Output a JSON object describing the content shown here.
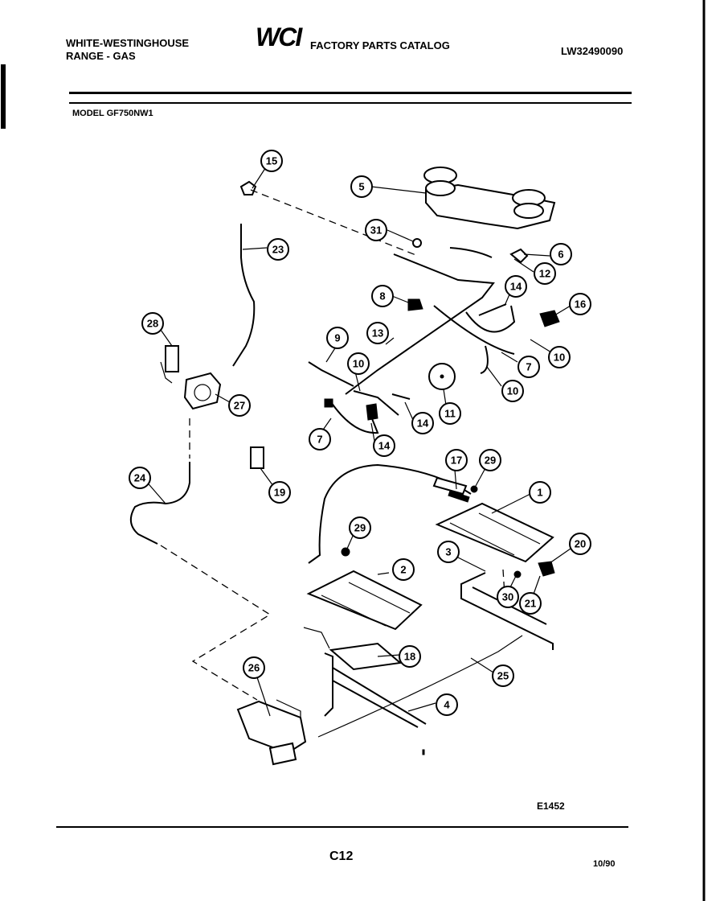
{
  "header": {
    "brand_line1": "WHITE-WESTINGHOUSE",
    "brand_line2": "RANGE - GAS",
    "logo": "WCI",
    "catalog_title": "FACTORY PARTS CATALOG",
    "doc_id": "LW32490090"
  },
  "model_label": "MODEL GF750NW1",
  "diagram": {
    "callouts": [
      "15",
      "5",
      "31",
      "23",
      "6",
      "12",
      "8",
      "14",
      "16",
      "28",
      "9",
      "13",
      "10",
      "7",
      "10",
      "10",
      "11",
      "27",
      "14",
      "7",
      "14",
      "17",
      "29",
      "24",
      "19",
      "1",
      "29",
      "20",
      "3",
      "2",
      "30",
      "21",
      "18",
      "26",
      "25",
      "4"
    ]
  },
  "footer": {
    "diagram_code": "E1452",
    "page": "C12",
    "date": "10/90"
  }
}
